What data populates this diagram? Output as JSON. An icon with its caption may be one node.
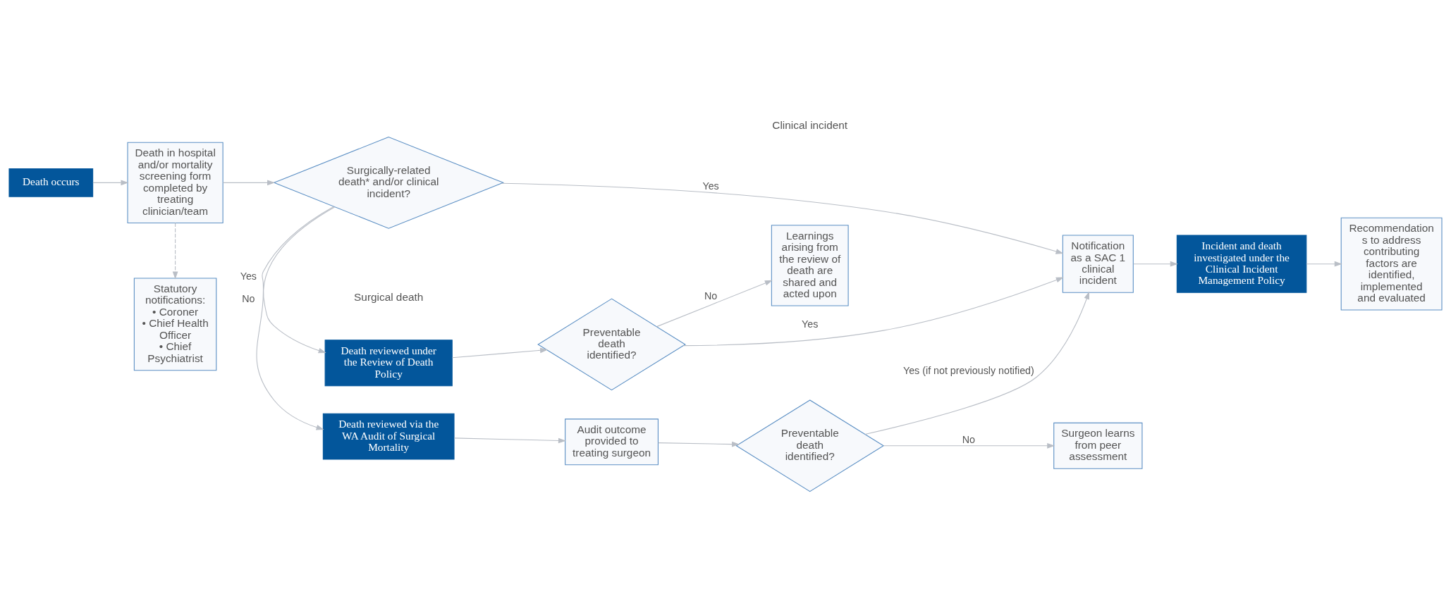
{
  "diagram": {
    "nodes": [
      {
        "text": [
          "Death occurs"
        ]
      },
      {
        "text": [
          "Death in hospital and/or mortality screening form completed by treating clinician/team"
        ]
      },
      {
        "text": [
          "Statutory notifications:",
          "• Coroner",
          "• Chief Health Officer",
          "• Chief Psychiatrist"
        ]
      },
      {
        "text": [
          "Surgically-related death* and/or clinical incident?"
        ]
      },
      {
        "text": [
          "Death reviewed via the WA Audit of Surgical Mortality"
        ]
      },
      {
        "text": [
          "Audit outcome provided to treating surgeon"
        ]
      },
      {
        "text": [
          "Preventable death identified?"
        ]
      },
      {
        "text": [
          "Surgeon learns from peer assessment"
        ]
      },
      {
        "text": [
          "Notification as a SAC 1 clinical incident"
        ]
      },
      {
        "text": [
          "Incident and death investigated under the Clinical Incident Management Policy"
        ]
      },
      {
        "text": [
          "Recommendations to address contributing factors are identified, implemented and evaluated"
        ]
      },
      {
        "text": [
          "Death reviewed under the Review of Death Policy"
        ]
      },
      {
        "text": [
          "Preventable death identified?"
        ]
      },
      {
        "text": [
          "Learnings arising from the review of death are shared and acted upon"
        ]
      }
    ],
    "edges": [
      {
        "from": 0,
        "to": 1,
        "arrow": "to"
      },
      {
        "from": 1,
        "to": 2,
        "arrow": "to",
        "style": "dashed"
      },
      {
        "from": 1,
        "to": 3,
        "arrow": "to"
      },
      {
        "from": 3,
        "to": 4,
        "arrow": "to",
        "label": "Yes"
      },
      {
        "from": 3,
        "to": 8,
        "arrow": "to",
        "label": "Yes"
      },
      {
        "from": 3,
        "to": 11,
        "arrow": "to",
        "label": "No"
      },
      {
        "from": 4,
        "to": 5,
        "arrow": "to"
      },
      {
        "from": 5,
        "to": 6,
        "arrow": "to"
      },
      {
        "from": 6,
        "to": 7,
        "arrow": "to",
        "label": "No"
      },
      {
        "from": 6,
        "to": 8,
        "arrow": "to",
        "label": "Yes (if not previously notified)"
      },
      {
        "from": 8,
        "to": 9,
        "arrow": "to"
      },
      {
        "from": 9,
        "to": 10,
        "arrow": "to"
      },
      {
        "from": 11,
        "to": 12,
        "arrow": "to"
      },
      {
        "from": 12,
        "to": 13,
        "arrow": "to",
        "label": "No"
      },
      {
        "from": 12,
        "to": 8,
        "arrow": "to",
        "label": "Yes"
      }
    ],
    "labels": [
      "Surgical death",
      "Clinical incident"
    ]
  }
}
